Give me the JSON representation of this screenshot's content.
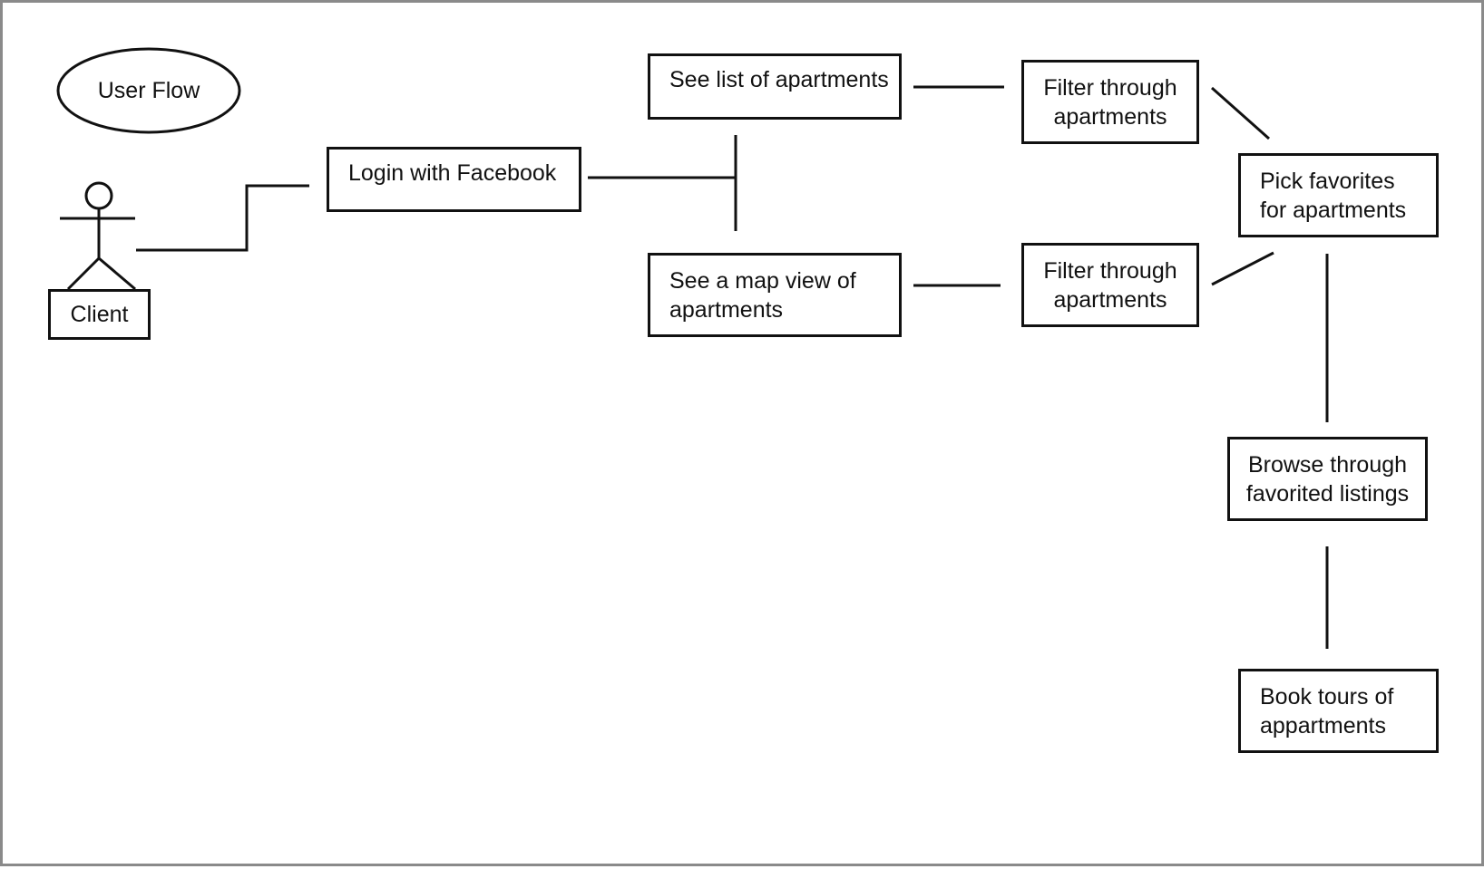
{
  "title": "User Flow",
  "actor": {
    "label": "Client"
  },
  "nodes": {
    "login": "Login with Facebook",
    "list": "See list of apartments",
    "map": {
      "line1": "See a map view of",
      "line2": "apartments"
    },
    "filter_top": {
      "line1": "Filter through",
      "line2": "apartments"
    },
    "filter_bottom": {
      "line1": "Filter through",
      "line2": "apartments"
    },
    "favorites": {
      "line1": "Pick favorites",
      "line2": "for apartments"
    },
    "browse": {
      "line1": "Browse through",
      "line2": "favorited listings"
    },
    "book": {
      "line1": "Book tours of",
      "line2": "appartments"
    }
  }
}
